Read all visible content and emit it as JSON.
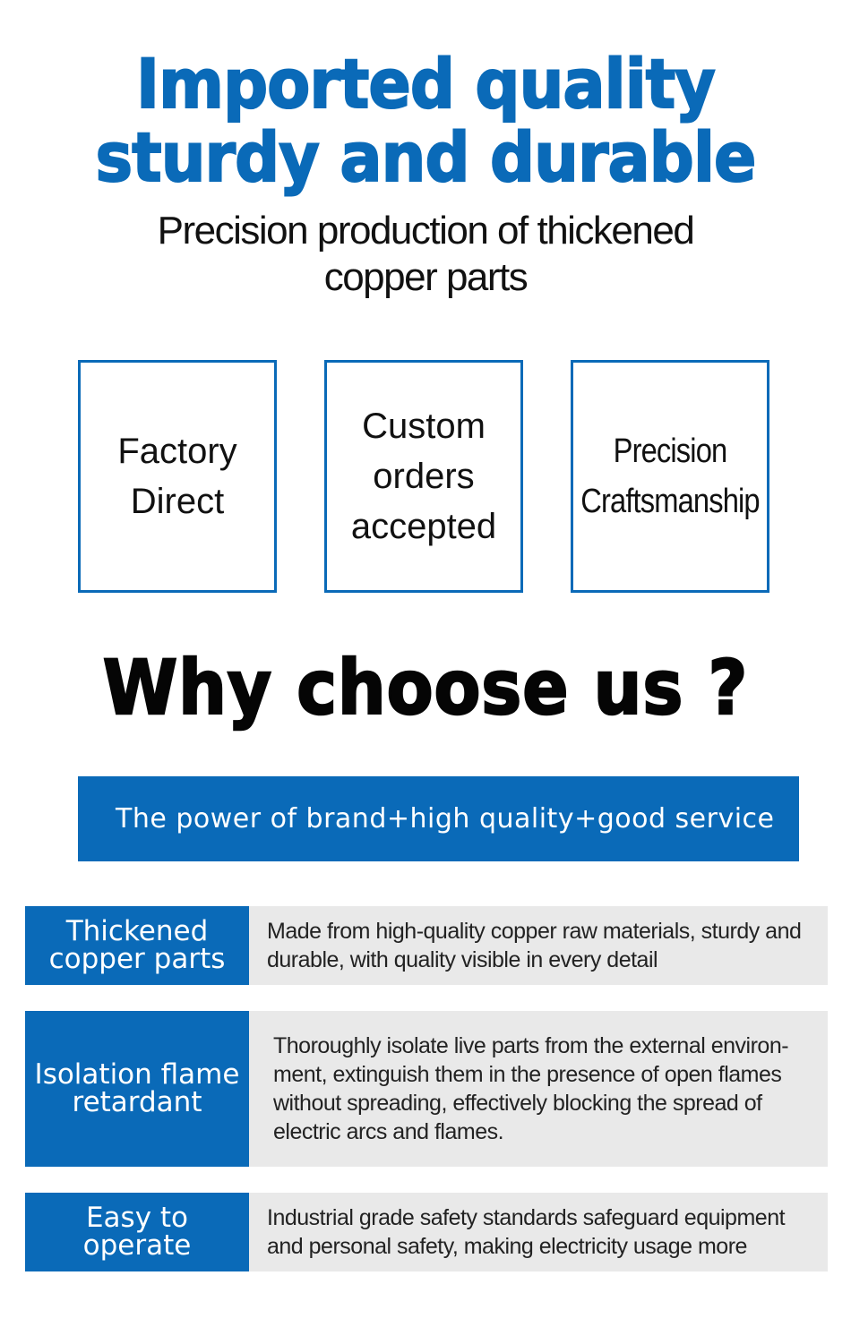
{
  "headline": {
    "line1": "Imported quality",
    "line2": "sturdy and durable"
  },
  "subtitle": {
    "line1": "Precision production of thickened",
    "line2": "copper parts"
  },
  "features": [
    {
      "line1": "Factory",
      "line2": "Direct",
      "line3": ""
    },
    {
      "line1": "Custom",
      "line2": "orders",
      "line3": "accepted"
    },
    {
      "line1": "Precision",
      "line2": "Craftsmanship",
      "line3": ""
    }
  ],
  "why_title": "Why choose us ?",
  "banner": "The power of brand+high quality+good service",
  "rows": [
    {
      "label_line1": "Thickened",
      "label_line2": "copper parts",
      "desc_lines": [
        "Made from high-quality copper raw materials, sturdy and",
        "durable, with quality visible in every detail"
      ]
    },
    {
      "label_line1": "Isolation flame",
      "label_line2": "retardant",
      "desc_lines": [
        "Thoroughly isolate live parts from the external environ-",
        "ment, extinguish them in the presence of open flames",
        "without spreading, effectively blocking the spread of",
        "electric arcs and flames."
      ]
    },
    {
      "label_line1": "Easy to operate",
      "label_line2": "",
      "desc_lines": [
        "Industrial grade safety standards safeguard equipment",
        "and personal safety, making electricity usage more"
      ]
    }
  ],
  "colors": {
    "brand_blue": "#0a6ab8",
    "row_grey": "#e9e9e9"
  }
}
